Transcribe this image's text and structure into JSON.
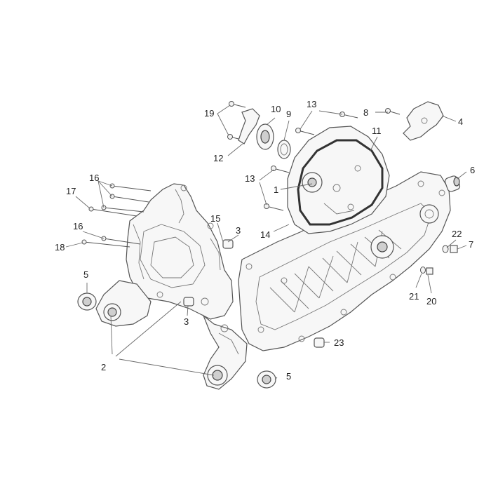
{
  "callouts": [
    {
      "id": "c1",
      "text": "1"
    },
    {
      "id": "c2",
      "text": "2"
    },
    {
      "id": "c3a",
      "text": "3"
    },
    {
      "id": "c3b",
      "text": "3"
    },
    {
      "id": "c4",
      "text": "4"
    },
    {
      "id": "c5a",
      "text": "5"
    },
    {
      "id": "c5b",
      "text": "5"
    },
    {
      "id": "c6",
      "text": "6"
    },
    {
      "id": "c7",
      "text": "7"
    },
    {
      "id": "c8",
      "text": "8"
    },
    {
      "id": "c9",
      "text": "9"
    },
    {
      "id": "c10",
      "text": "10"
    },
    {
      "id": "c11",
      "text": "11"
    },
    {
      "id": "c12",
      "text": "12"
    },
    {
      "id": "c13a",
      "text": "13"
    },
    {
      "id": "c13b",
      "text": "13"
    },
    {
      "id": "c14",
      "text": "14"
    },
    {
      "id": "c15",
      "text": "15"
    },
    {
      "id": "c16a",
      "text": "16"
    },
    {
      "id": "c16b",
      "text": "16"
    },
    {
      "id": "c17",
      "text": "17"
    },
    {
      "id": "c18",
      "text": "18"
    },
    {
      "id": "c19",
      "text": "19"
    },
    {
      "id": "c20",
      "text": "20"
    },
    {
      "id": "c21",
      "text": "21"
    },
    {
      "id": "c22",
      "text": "22"
    },
    {
      "id": "c23",
      "text": "23"
    }
  ]
}
